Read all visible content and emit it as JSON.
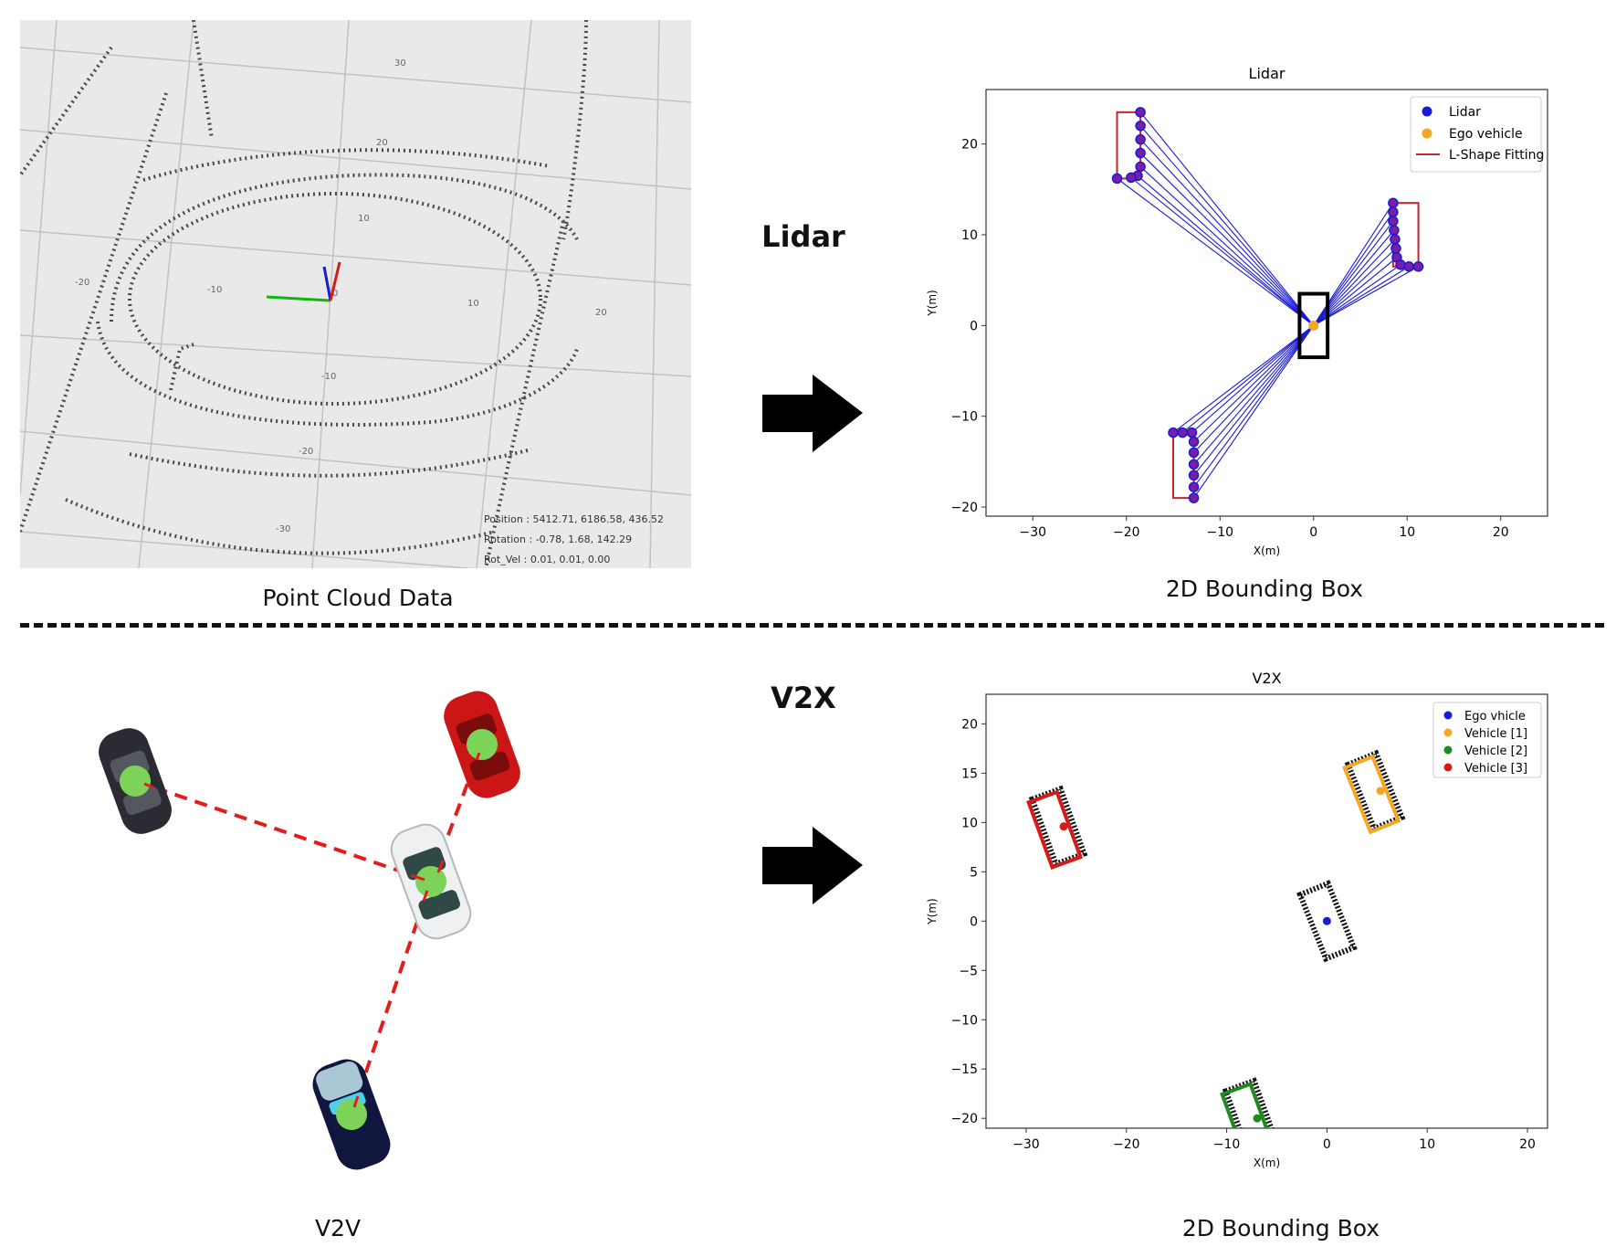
{
  "captions": {
    "point_cloud": "Point Cloud Data",
    "lidar_bbox": "2D Bounding Box",
    "v2v": "V2V",
    "v2x_bbox": "2D Bounding Box"
  },
  "section_labels": {
    "lidar": "Lidar",
    "v2x": "V2X"
  },
  "point_cloud_view": {
    "status_lines": [
      "Position : 5412.71, 6186.58, 436.52",
      "Rotation : -0.78, 1.68, 142.29",
      "Rot_Vel : 0.01, 0.01, 0.00"
    ],
    "grid_labels": [
      "30",
      "20",
      "10",
      "-20",
      "-10",
      "0",
      "10",
      "20",
      "-10",
      "-20",
      "-30"
    ]
  },
  "chart_data": [
    {
      "type": "scatter",
      "title": "Lidar",
      "xlabel": "X(m)",
      "ylabel": "Y(m)",
      "xlim": [
        -35,
        25
      ],
      "ylim": [
        -21,
        26
      ],
      "xticks": [
        -30,
        -20,
        -10,
        0,
        10,
        20
      ],
      "yticks": [
        -20,
        -10,
        0,
        10,
        20
      ],
      "legend_position": "top-right",
      "ego_box": {
        "x": [
          -1.5,
          1.5
        ],
        "y": [
          -3.5,
          3.5
        ]
      },
      "series": [
        {
          "name": "Lidar",
          "color": "#1a1ad6",
          "points": [
            [
              -18.5,
              23.5
            ],
            [
              -18.5,
              22
            ],
            [
              -18.5,
              20.5
            ],
            [
              -18.5,
              19
            ],
            [
              -18.5,
              17.5
            ],
            [
              -18.8,
              16.5
            ],
            [
              -19.5,
              16.3
            ],
            [
              -21,
              16.2
            ],
            [
              8.5,
              13.5
            ],
            [
              8.5,
              12.5
            ],
            [
              8.5,
              11.5
            ],
            [
              8.6,
              10.5
            ],
            [
              8.7,
              9.5
            ],
            [
              8.8,
              8.5
            ],
            [
              8.9,
              7.5
            ],
            [
              9.3,
              6.7
            ],
            [
              10.2,
              6.5
            ],
            [
              11.2,
              6.5
            ],
            [
              -15,
              -11.8
            ],
            [
              -14,
              -11.8
            ],
            [
              -13,
              -11.8
            ],
            [
              -12.8,
              -12.8
            ],
            [
              -12.8,
              -14
            ],
            [
              -12.8,
              -15.3
            ],
            [
              -12.8,
              -16.5
            ],
            [
              -12.8,
              -17.8
            ],
            [
              -12.8,
              -19
            ]
          ]
        },
        {
          "name": "Ego vehicle",
          "color": "#f5a623",
          "points": [
            [
              0,
              0
            ]
          ]
        },
        {
          "name": "L-Shape Fitting",
          "color": "#c0262a",
          "boxes": [
            {
              "x": [
                -21,
                -18.5
              ],
              "y": [
                16.2,
                23.5
              ]
            },
            {
              "x": [
                8.5,
                11.2
              ],
              "y": [
                6.5,
                13.5
              ]
            },
            {
              "x": [
                -15,
                -12.8
              ],
              "y": [
                -19,
                -11.8
              ]
            }
          ]
        }
      ]
    },
    {
      "type": "scatter",
      "title": "V2X",
      "xlabel": "X(m)",
      "ylabel": "Y(m)",
      "xlim": [
        -34,
        22
      ],
      "ylim": [
        -21,
        23
      ],
      "xticks": [
        -30,
        -20,
        -10,
        0,
        10,
        20
      ],
      "yticks": [
        -20,
        -15,
        -10,
        -5,
        0,
        5,
        10,
        15,
        20
      ],
      "legend_position": "top-right",
      "series": [
        {
          "name": "Ego vhicle",
          "color": "#1a1ad6",
          "center": [
            0,
            0
          ],
          "box_size": [
            3,
            7
          ],
          "angle": 22
        },
        {
          "name": "Vehicle [1]",
          "color": "#f5a623",
          "center": [
            4.8,
            13.2
          ],
          "box_size": [
            3,
            7
          ],
          "angle": 22
        },
        {
          "name": "Vehicle [2]",
          "color": "#1f8a1f",
          "center": [
            -7.5,
            -20
          ],
          "box_size": [
            3,
            7
          ],
          "angle": 20
        },
        {
          "name": "Vehicle [3]",
          "color": "#d61a1a",
          "center": [
            -26.8,
            9.6
          ],
          "box_size": [
            3,
            7
          ],
          "angle": 20
        }
      ]
    }
  ]
}
